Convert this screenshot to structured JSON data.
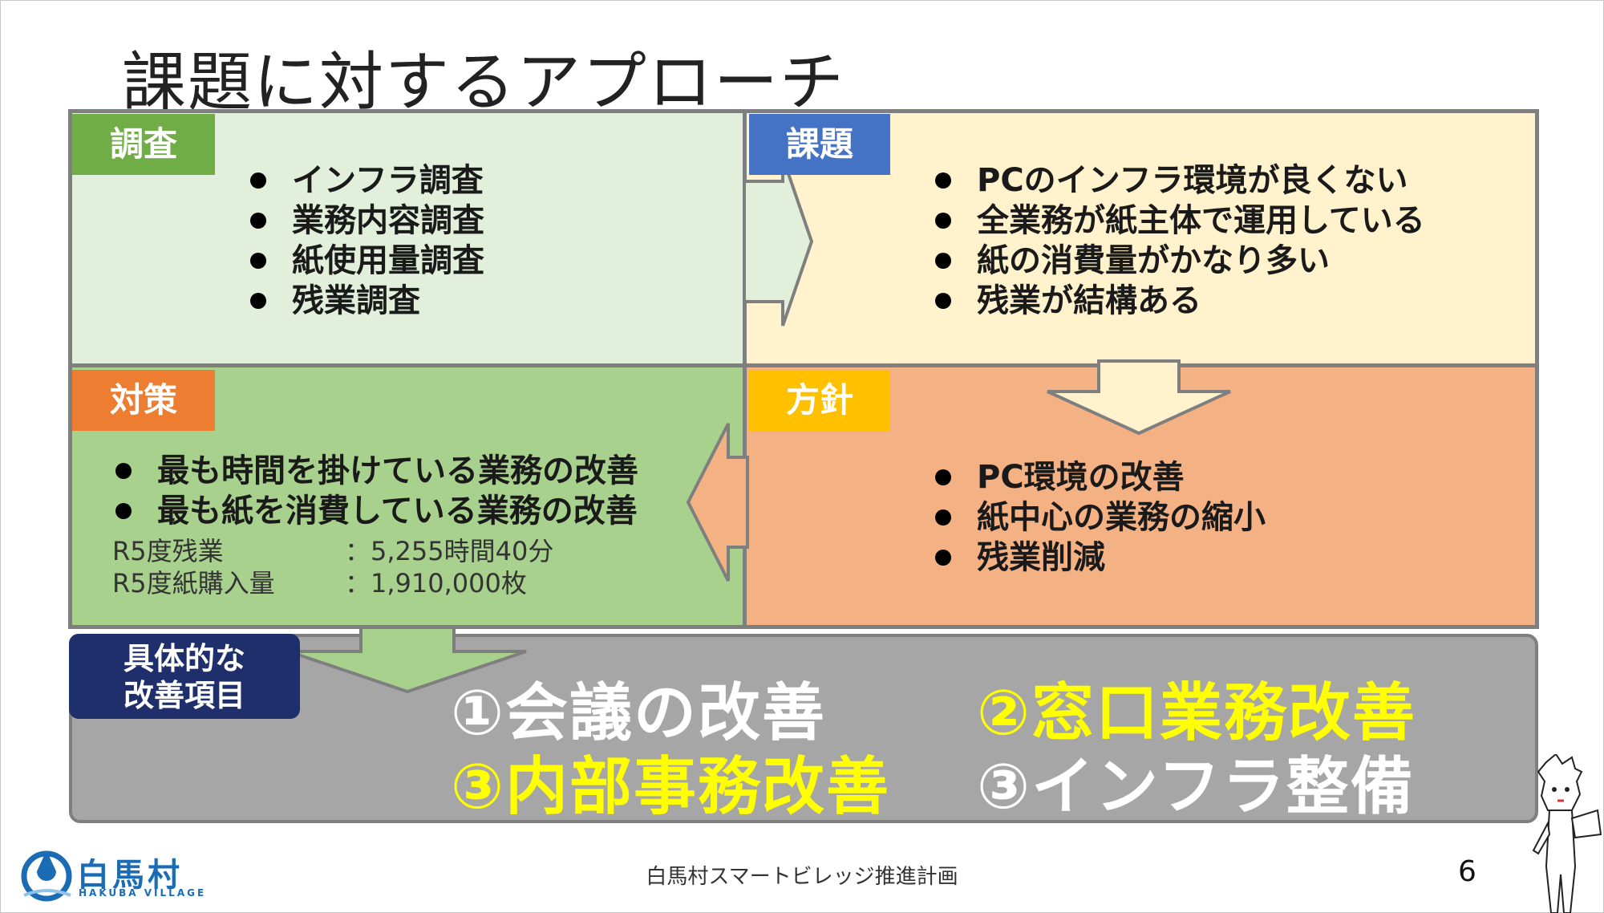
{
  "title": "課題に対するアプローチ",
  "survey": {
    "label": "調査",
    "items": [
      "インフラ調査",
      "業務内容調査",
      "紙使用量調査",
      "残業調査"
    ]
  },
  "issue": {
    "label": "課題",
    "items": [
      "PCのインフラ環境が良くない",
      "全業務が紙主体で運用している",
      "紙の消費量がかなり多い",
      "残業が結構ある"
    ]
  },
  "measure": {
    "label": "対策",
    "items": [
      "最も時間を掛けている業務の改善",
      "最も紙を消費している業務の改善"
    ],
    "stats": [
      {
        "key": "R5度残業",
        "value": "：5,255時間40分"
      },
      {
        "key": "R5度紙購入量",
        "value": "：1,910,000枚"
      }
    ]
  },
  "policy": {
    "label": "方針",
    "items": [
      "PC環境の改善",
      "紙中心の業務の縮小",
      "残業削減"
    ]
  },
  "improvements": {
    "label_line1": "具体的な",
    "label_line2": "改善項目",
    "item1": "①会議の改善",
    "item2": "②窓口業務改善",
    "item3": "③内部事務改善",
    "item4": "③インフラ整備"
  },
  "footer": {
    "text": "白馬村スマートビレッジ推進計画",
    "page": "6"
  },
  "logo": {
    "name": "白馬村",
    "sub": "HAKUBA VILLAGE"
  },
  "colors": {
    "survey_bg": "#e2efda",
    "issue_bg": "#fff2cc",
    "measure_bg": "#a9d18e",
    "policy_bg": "#f4b183",
    "survey_label": "#70ad47",
    "issue_label": "#4472c4",
    "measure_label": "#ed7d31",
    "policy_label": "#ffc000",
    "bottom_bg": "#a6a6a6",
    "navy": "#1f2f6b",
    "highlight": "#ffff00"
  },
  "icons": [
    "droplet-logo-icon",
    "mascot-character-icon"
  ]
}
